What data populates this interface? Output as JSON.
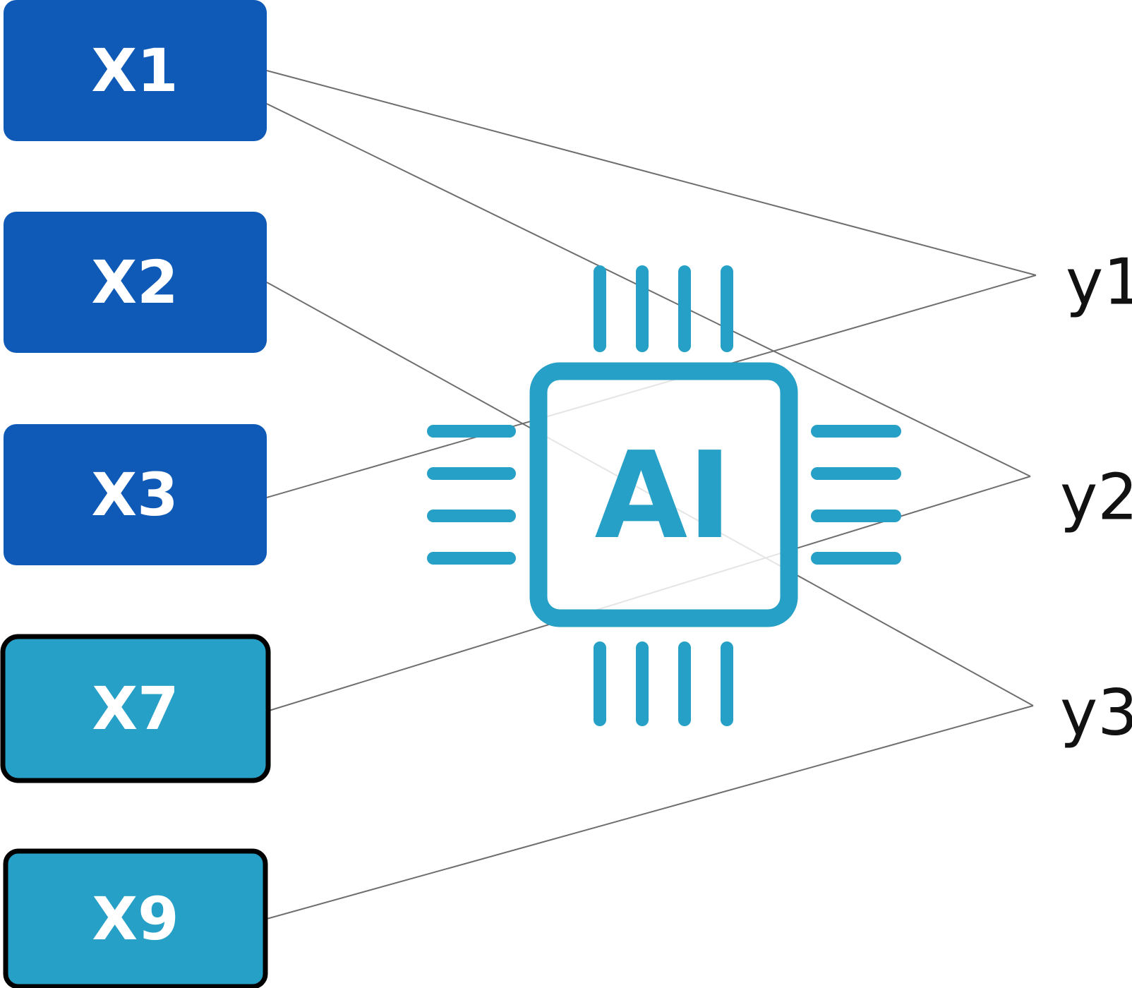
{
  "inputs": [
    {
      "label": "X1",
      "style": "primary"
    },
    {
      "label": "X2",
      "style": "primary"
    },
    {
      "label": "X3",
      "style": "primary"
    },
    {
      "label": "X7",
      "style": "secondary"
    },
    {
      "label": "X9",
      "style": "secondary"
    }
  ],
  "outputs": [
    {
      "label": "y1"
    },
    {
      "label": "y2"
    },
    {
      "label": "y3"
    }
  ],
  "chip": {
    "label": "AI",
    "icon": "ai-chip-icon"
  },
  "connections": [
    {
      "from": "X1",
      "to": "y1"
    },
    {
      "from": "X1",
      "to": "y2"
    },
    {
      "from": "X2",
      "to": "y3"
    },
    {
      "from": "X3",
      "to": "y1"
    },
    {
      "from": "X7",
      "to": "y2"
    },
    {
      "from": "X9",
      "to": "y3"
    }
  ],
  "colors": {
    "primary_box": "#0f5ab7",
    "secondary_box": "#26a0c6",
    "chip": "#26a0c6",
    "line": "#6e6e6e",
    "box_border": "#000000"
  }
}
